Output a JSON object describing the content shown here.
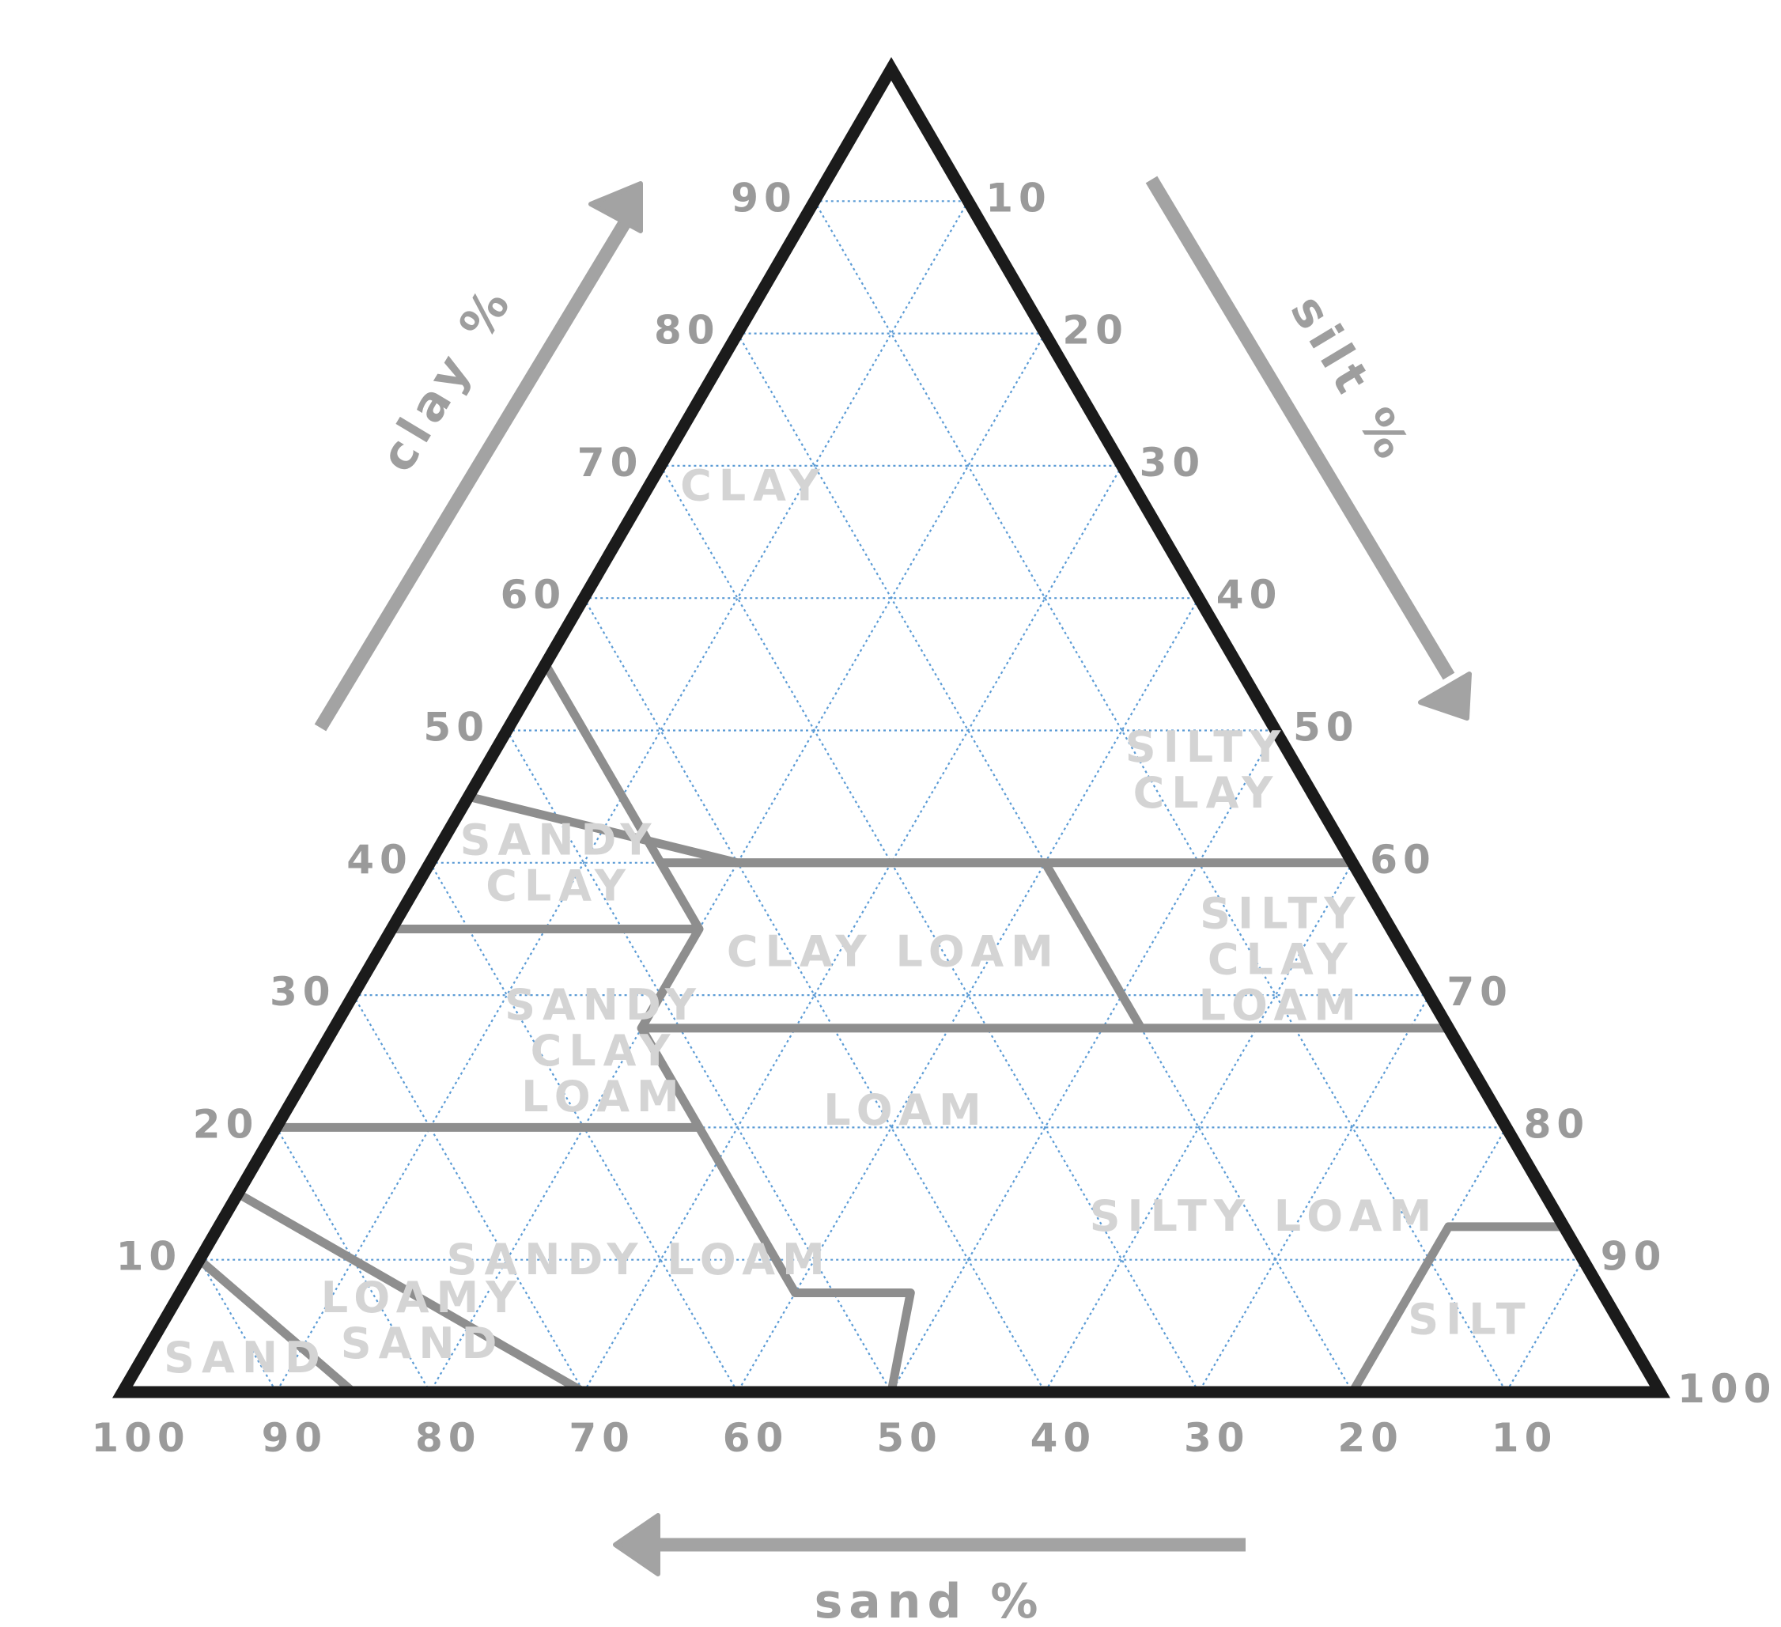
{
  "axes": {
    "clay": {
      "title": "clay %",
      "ticks": [
        {
          "value": 10,
          "label": "10"
        },
        {
          "value": 20,
          "label": "20"
        },
        {
          "value": 30,
          "label": "30"
        },
        {
          "value": 40,
          "label": "40"
        },
        {
          "value": 50,
          "label": "50"
        },
        {
          "value": 60,
          "label": "60"
        },
        {
          "value": 70,
          "label": "70"
        },
        {
          "value": 80,
          "label": "80"
        },
        {
          "value": 90,
          "label": "90"
        }
      ]
    },
    "silt": {
      "title": "silt %",
      "ticks": [
        {
          "value": 10,
          "label": "10"
        },
        {
          "value": 20,
          "label": "20"
        },
        {
          "value": 30,
          "label": "30"
        },
        {
          "value": 40,
          "label": "40"
        },
        {
          "value": 50,
          "label": "50"
        },
        {
          "value": 60,
          "label": "60"
        },
        {
          "value": 70,
          "label": "70"
        },
        {
          "value": 80,
          "label": "80"
        },
        {
          "value": 90,
          "label": "90"
        },
        {
          "value": 100,
          "label": "100"
        }
      ]
    },
    "sand": {
      "title": "sand %",
      "ticks": [
        {
          "value": 100,
          "label": "100"
        },
        {
          "value": 90,
          "label": "90"
        },
        {
          "value": 80,
          "label": "80"
        },
        {
          "value": 70,
          "label": "70"
        },
        {
          "value": 60,
          "label": "60"
        },
        {
          "value": 50,
          "label": "50"
        },
        {
          "value": 40,
          "label": "40"
        },
        {
          "value": 30,
          "label": "30"
        },
        {
          "value": 20,
          "label": "20"
        },
        {
          "value": 10,
          "label": "10"
        }
      ]
    }
  },
  "grid_step": 10,
  "colors": {
    "frame": "#1b1b1b",
    "grid": "#5b9bd5",
    "boundary": "#8e8e8e",
    "arrow": "#a3a3a3",
    "tick_label": "#9a9a9a",
    "region_label": "#d4d4d4"
  },
  "classes": [
    {
      "name": "CLAY",
      "lines": [
        "CLAY"
      ]
    },
    {
      "name": "SILTY CLAY",
      "lines": [
        "SILTY",
        "CLAY"
      ]
    },
    {
      "name": "SANDY CLAY",
      "lines": [
        "SANDY",
        "CLAY"
      ]
    },
    {
      "name": "CLAY LOAM",
      "lines": [
        "CLAY LOAM"
      ]
    },
    {
      "name": "SILTY CLAY LOAM",
      "lines": [
        "SILTY",
        "CLAY",
        "LOAM"
      ]
    },
    {
      "name": "SANDY CLAY LOAM",
      "lines": [
        "SANDY",
        "CLAY",
        "LOAM"
      ]
    },
    {
      "name": "LOAM",
      "lines": [
        "LOAM"
      ]
    },
    {
      "name": "SILTY LOAM",
      "lines": [
        "SILTY LOAM"
      ]
    },
    {
      "name": "SANDY LOAM",
      "lines": [
        "SANDY LOAM"
      ]
    },
    {
      "name": "LOAMY SAND",
      "lines": [
        "LOAMY",
        "SAND"
      ]
    },
    {
      "name": "SAND",
      "lines": [
        "SAND"
      ]
    },
    {
      "name": "SILT",
      "lines": [
        "SILT"
      ]
    }
  ],
  "class_boundaries": [
    {
      "points": [
        [
          45,
          55,
          0
        ],
        [
          40,
          40,
          20
        ],
        [
          40,
          20,
          40
        ],
        [
          40,
          0,
          60
        ]
      ]
    },
    {
      "points": [
        [
          35,
          65,
          0
        ],
        [
          35,
          45,
          20
        ]
      ]
    },
    {
      "points": [
        [
          40,
          45,
          15
        ],
        [
          40,
          20,
          40
        ]
      ]
    },
    {
      "points": [
        [
          55,
          45,
          0
        ],
        [
          35,
          45,
          20
        ],
        [
          27.5,
          52.5,
          20
        ],
        [
          20,
          52.5,
          27.5
        ],
        [
          7.5,
          52.5,
          40
        ],
        [
          7.5,
          45,
          47.5
        ],
        [
          0,
          50,
          50
        ]
      ]
    },
    {
      "points": [
        [
          27.5,
          52.5,
          20
        ],
        [
          27.5,
          20,
          52.5
        ],
        [
          27.5,
          0,
          72.5
        ]
      ]
    },
    {
      "points": [
        [
          40,
          20,
          40
        ],
        [
          27.5,
          20,
          52.5
        ]
      ]
    },
    {
      "points": [
        [
          20,
          80,
          0
        ],
        [
          20,
          52.5,
          27.5
        ]
      ]
    },
    {
      "points": [
        [
          40,
          0,
          60
        ],
        [
          27.5,
          0,
          72.5
        ]
      ]
    },
    {
      "points": [
        [
          15,
          85,
          0
        ],
        [
          0,
          70,
          30
        ]
      ]
    },
    {
      "points": [
        [
          10,
          90,
          0
        ],
        [
          0,
          85,
          15
        ]
      ]
    },
    {
      "points": [
        [
          0,
          20,
          80
        ],
        [
          12.5,
          7.5,
          80
        ],
        [
          12.5,
          0,
          87.5
        ]
      ]
    }
  ],
  "label_placement": [
    {
      "clay": 68.5,
      "sand": 24.7
    },
    {
      "clay": 47.0,
      "sand": 6.0
    },
    {
      "clay": 40.0,
      "sand": 51.6
    },
    {
      "clay": 33.3,
      "sand": 33.2
    },
    {
      "clay": 32.7,
      "sand": 8.3
    },
    {
      "clay": 25.8,
      "sand": 55.8
    },
    {
      "clay": 21.3,
      "sand": 38.4
    },
    {
      "clay": 13.3,
      "sand": 19.1
    },
    {
      "clay": 10.0,
      "sand": 61.4
    },
    {
      "clay": 5.4,
      "sand": 77.8
    },
    {
      "clay": 2.6,
      "sand": 90.7
    },
    {
      "clay": 5.5,
      "sand": 9.6
    }
  ]
}
